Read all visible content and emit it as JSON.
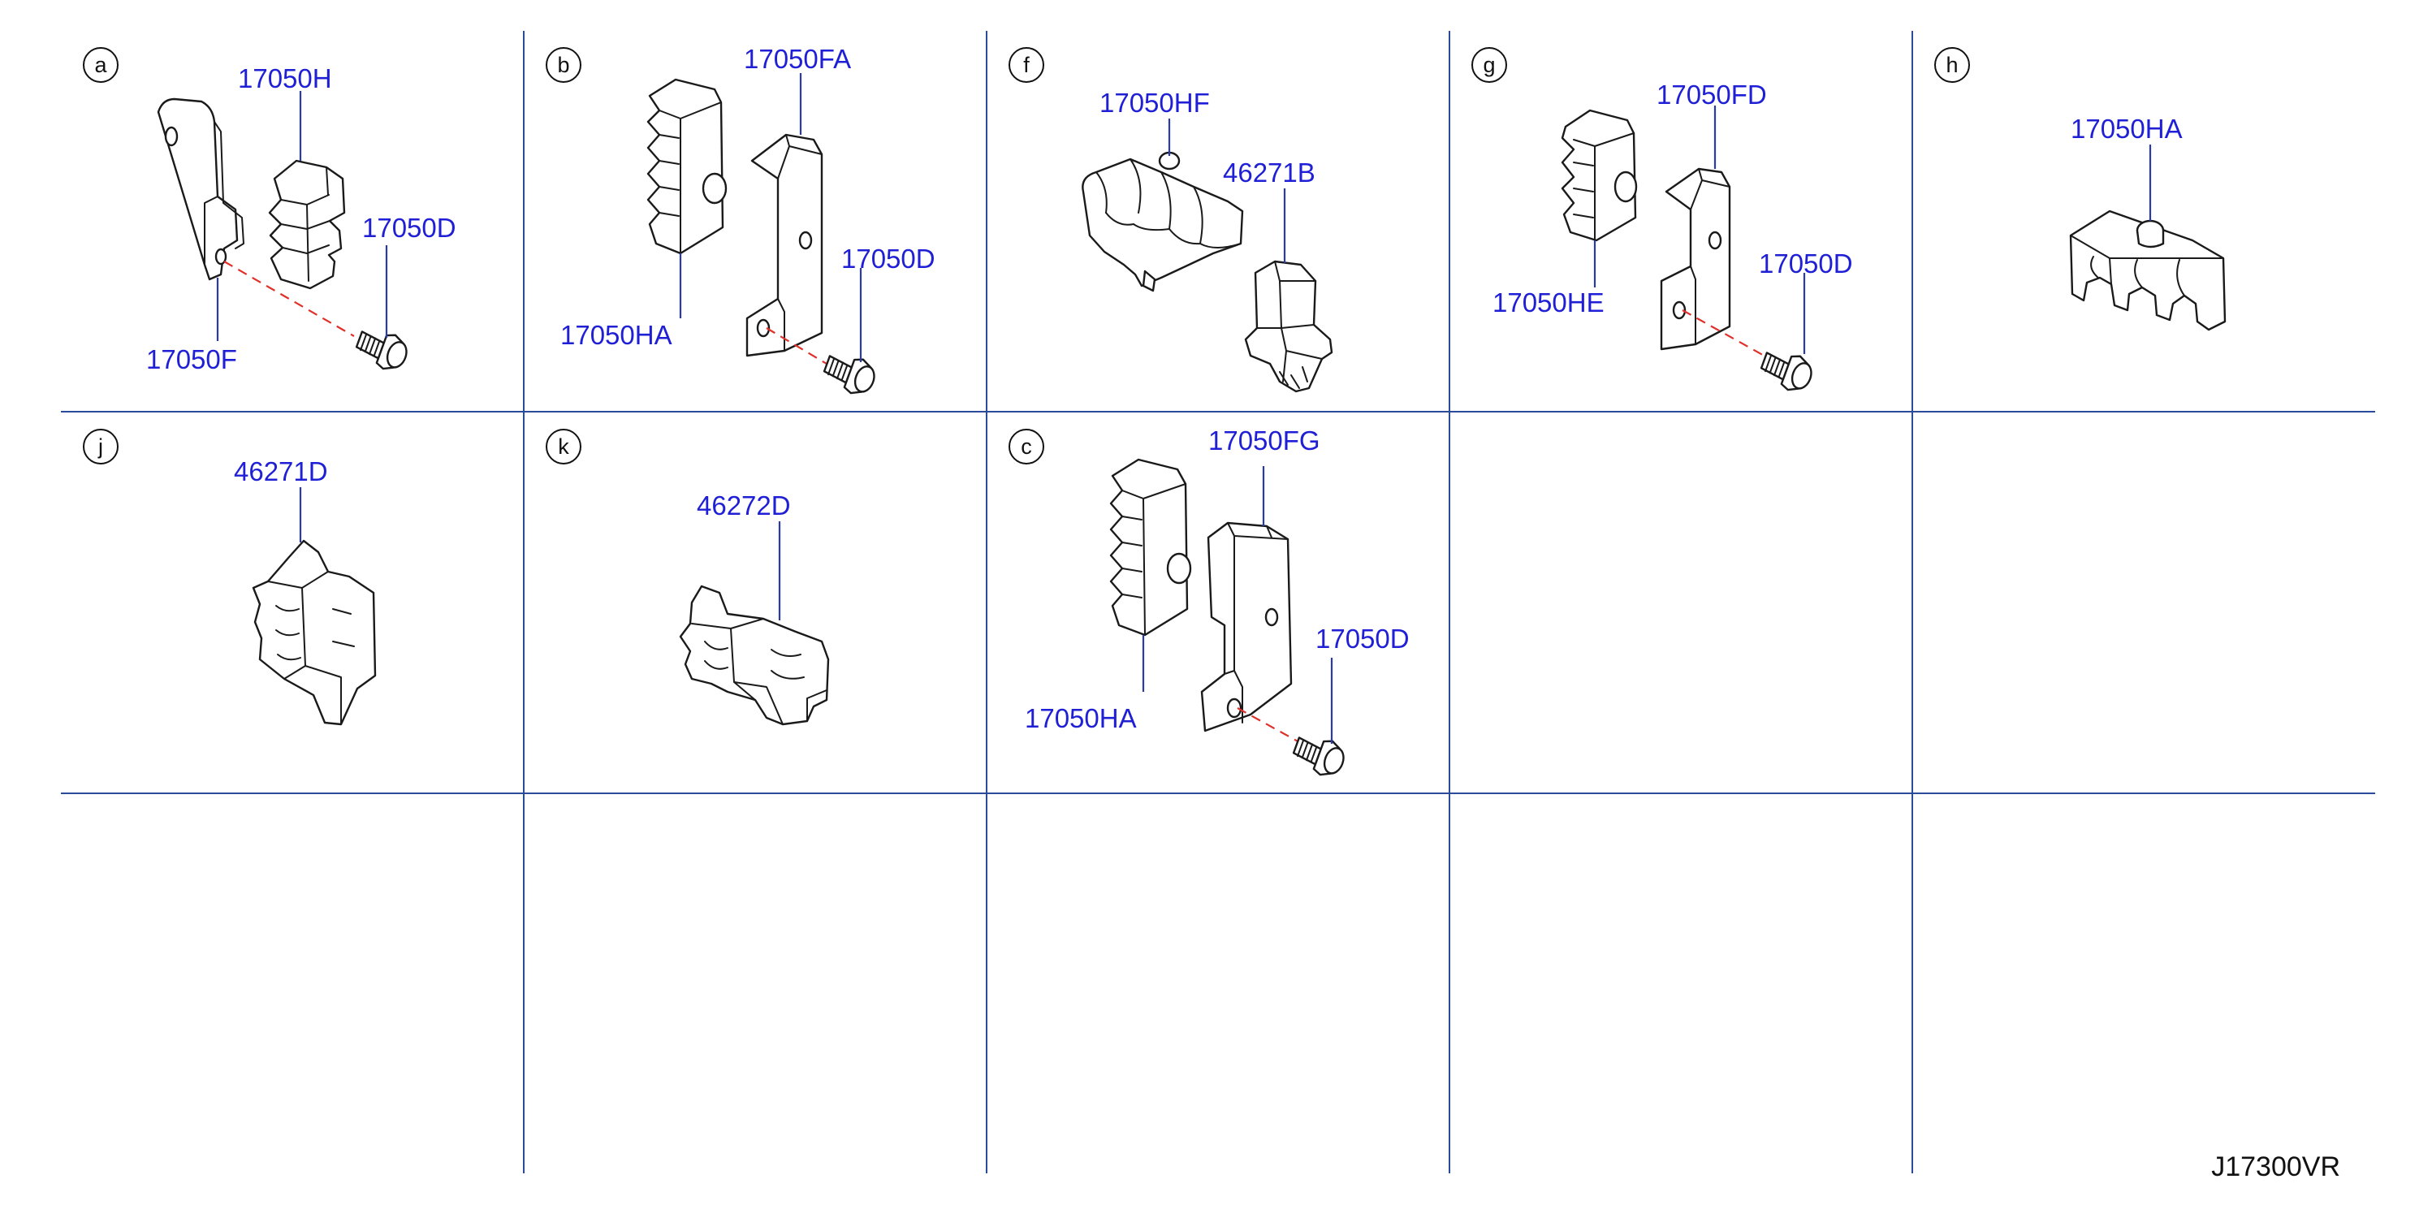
{
  "diagram_code": "J17300VR",
  "cells": [
    {
      "id": "a",
      "letter": "a",
      "labels": [
        "17050H",
        "17050D",
        "17050F"
      ]
    },
    {
      "id": "b",
      "letter": "b",
      "labels": [
        "17050FA",
        "17050D",
        "17050HA"
      ]
    },
    {
      "id": "f",
      "letter": "f",
      "labels": [
        "17050HF",
        "46271B"
      ]
    },
    {
      "id": "g",
      "letter": "g",
      "labels": [
        "17050FD",
        "17050D",
        "17050HE"
      ]
    },
    {
      "id": "h",
      "letter": "h",
      "labels": [
        "17050HA"
      ]
    },
    {
      "id": "j",
      "letter": "j",
      "labels": [
        "46271D"
      ]
    },
    {
      "id": "k",
      "letter": "k",
      "labels": [
        "46272D"
      ]
    },
    {
      "id": "c",
      "letter": "c",
      "labels": [
        "17050FG",
        "17050D",
        "17050HA"
      ]
    }
  ],
  "colors": {
    "grid": "#2a4a9a",
    "part_number": "#1f1fd6",
    "hole_line": "#e0302a",
    "outline": "#1a1a1a"
  }
}
